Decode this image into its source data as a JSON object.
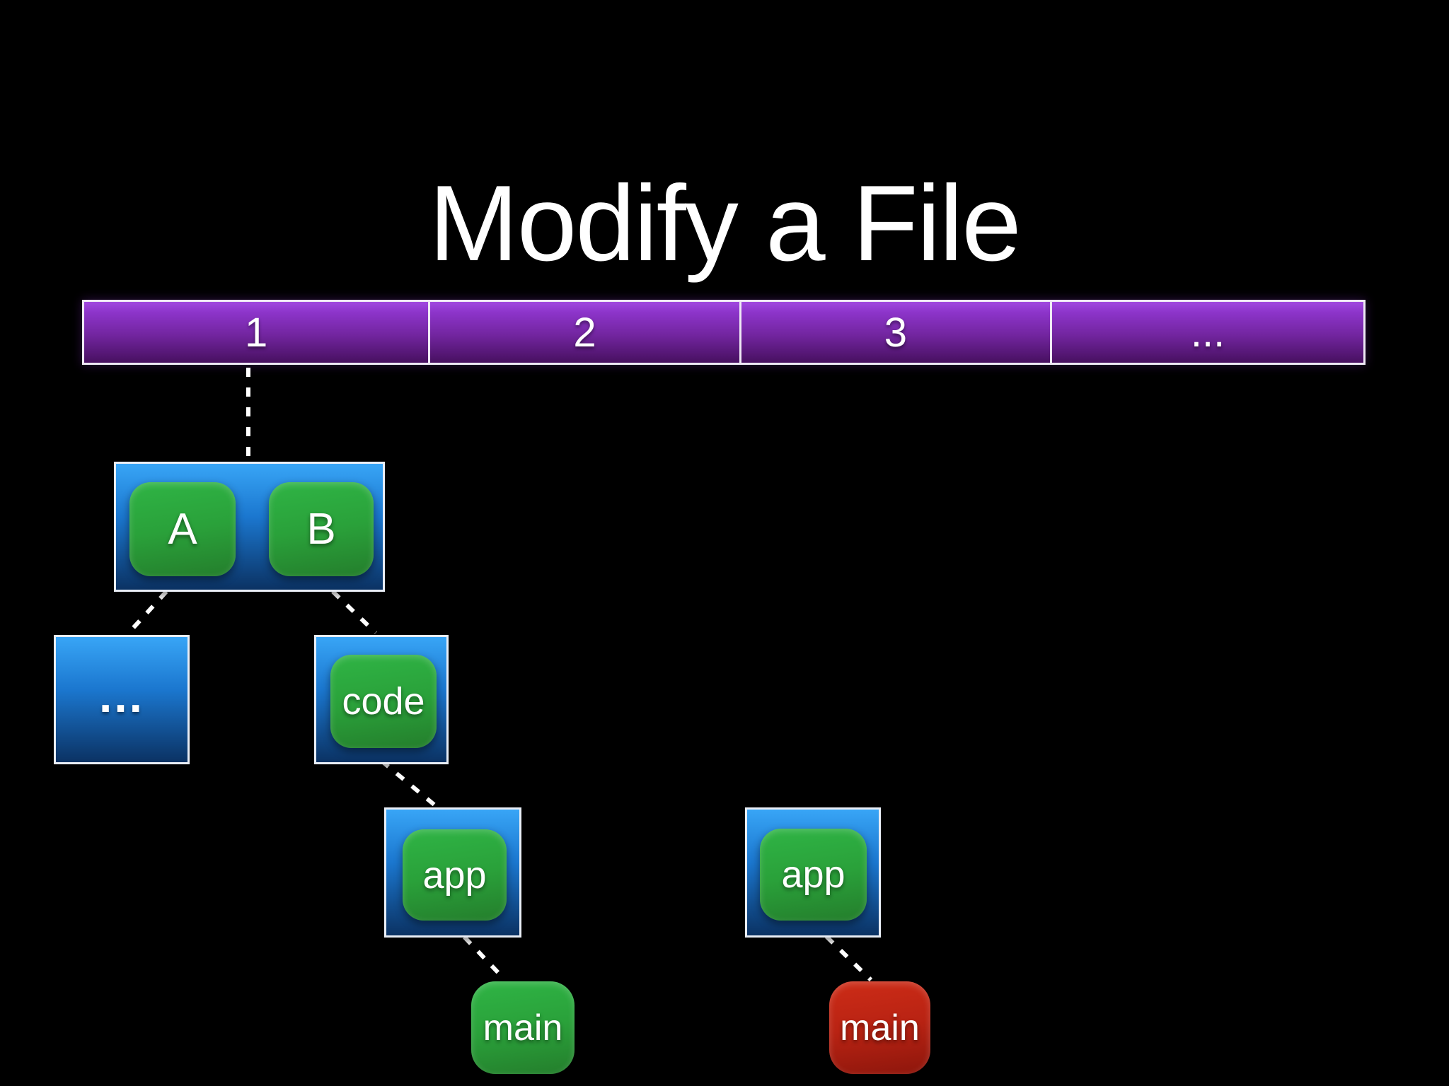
{
  "slide": {
    "title": "Modify a File",
    "background_color": "#000000"
  },
  "timeline": {
    "description": "snapshot version bar",
    "segments": [
      {
        "label": "1"
      },
      {
        "label": "2"
      },
      {
        "label": "3"
      },
      {
        "label": "..."
      }
    ],
    "colors": {
      "gradient_top": "#a149e0",
      "gradient_bottom": "#471060",
      "border": "#efe9f5",
      "text": "#ffffff"
    }
  },
  "tree": {
    "snapshot_folder": {
      "files": [
        {
          "label": "A"
        },
        {
          "label": "B"
        }
      ]
    },
    "ellipsis_folder": {
      "label": "..."
    },
    "code_folder": {
      "file": {
        "label": "code"
      }
    },
    "app_folder_old": {
      "file": {
        "label": "app"
      }
    },
    "app_folder_new": {
      "file": {
        "label": "app"
      }
    },
    "main_file_old": {
      "label": "main",
      "status_color": "#2aa13a"
    },
    "main_file_new": {
      "label": "main",
      "status_color": "#b92313"
    }
  },
  "edges": [
    {
      "from": "timeline-segment-1",
      "to": "snapshot-folder"
    },
    {
      "from": "file-a",
      "to": "ellipsis-folder"
    },
    {
      "from": "file-b",
      "to": "code-folder"
    },
    {
      "from": "code-folder",
      "to": "app-folder-old"
    },
    {
      "from": "app-folder-old",
      "to": "main-file-old"
    },
    {
      "from": "app-folder-new",
      "to": "main-file-new"
    }
  ],
  "colors": {
    "background": "#000000",
    "folder_blue_top": "#38a5f6",
    "folder_blue_bottom": "#0b3263",
    "file_green_top": "#2fb445",
    "file_green_bottom": "#247e2c",
    "file_red_top": "#cd2c17",
    "file_red_bottom": "#8d160c",
    "connector": "#ffffff",
    "title_text": "#ffffff"
  }
}
